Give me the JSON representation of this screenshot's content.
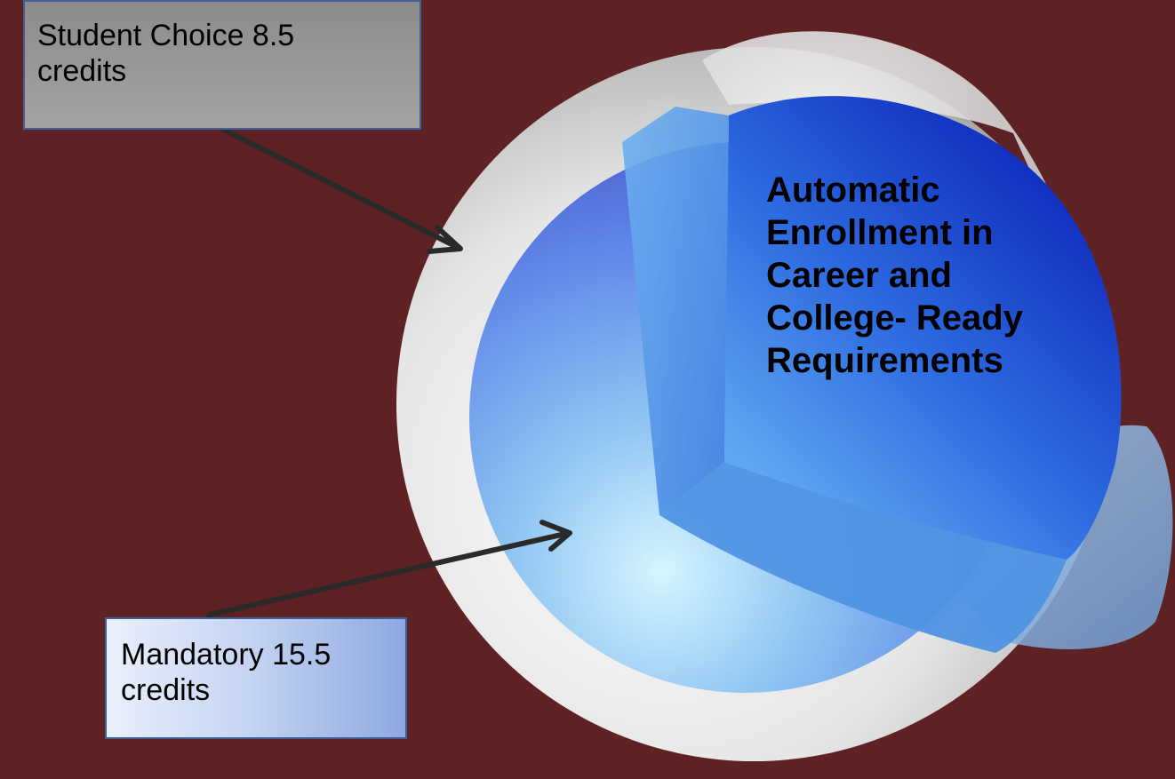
{
  "diagram": {
    "core_label_lines": [
      "Automatic",
      "Enrollment in",
      "Career and",
      "College- Ready",
      "Requirements"
    ],
    "callouts": {
      "student_choice": {
        "line1": "Student Choice 8.5",
        "line2": "credits"
      },
      "mandatory": {
        "line1": "Mandatory 15.5",
        "line2": "credits"
      }
    },
    "colors": {
      "background": "#5e2224",
      "outer_shell": "#d8d8d8",
      "middle_sphere": "#5f86e8",
      "core": "#1436c8",
      "arrow": "#2a2a2a"
    }
  }
}
